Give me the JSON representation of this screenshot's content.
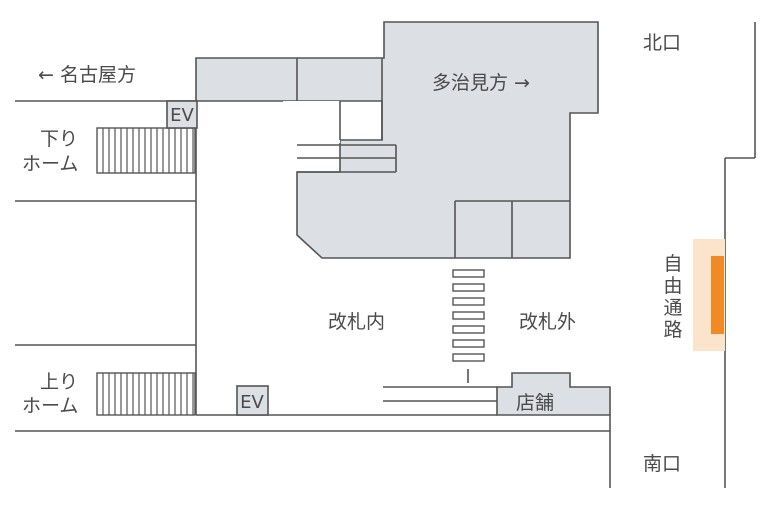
{
  "map": {
    "direction_nagoya": "← 名古屋方",
    "direction_tajimi": "多治見方 →",
    "exit_north": "北口",
    "exit_south": "南口",
    "platform_down_line1": "下り",
    "platform_down_line2": "ホーム",
    "platform_up_line1": "上り",
    "platform_up_line2": "ホーム",
    "elevator_top": "EV",
    "elevator_bottom": "EV",
    "inside_gates": "改札内",
    "outside_gates": "改札外",
    "shop": "店舗",
    "free_passage": "自由通路",
    "colors": {
      "building_fill": "#dcdfe3",
      "line": "#555555",
      "passage_highlight": "#fbe3cc",
      "passage_bar": "#f08a24"
    }
  }
}
